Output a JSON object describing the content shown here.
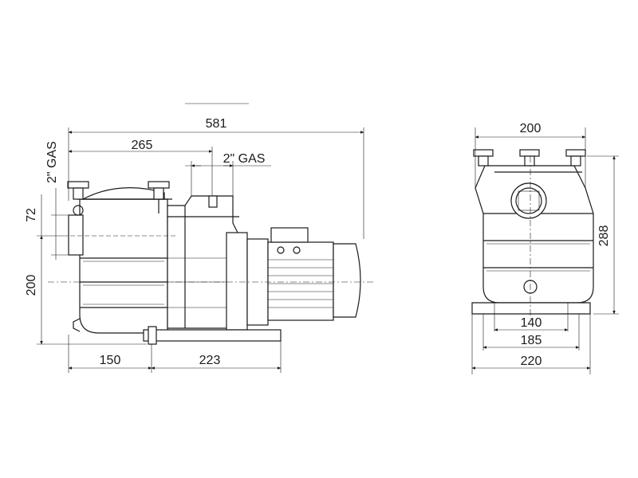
{
  "side_view": {
    "overall_length": "581",
    "inlet_offset": "265",
    "outlet_thread": "2\" GAS",
    "inlet_thread": "2\" GAS",
    "inlet_height": "72",
    "axis_height": "200",
    "foot_offset": "150",
    "foot_span": "223"
  },
  "front_view": {
    "width": "200",
    "height": "288",
    "foot_inner": "140",
    "foot_mid": "185",
    "foot_outer": "220"
  }
}
